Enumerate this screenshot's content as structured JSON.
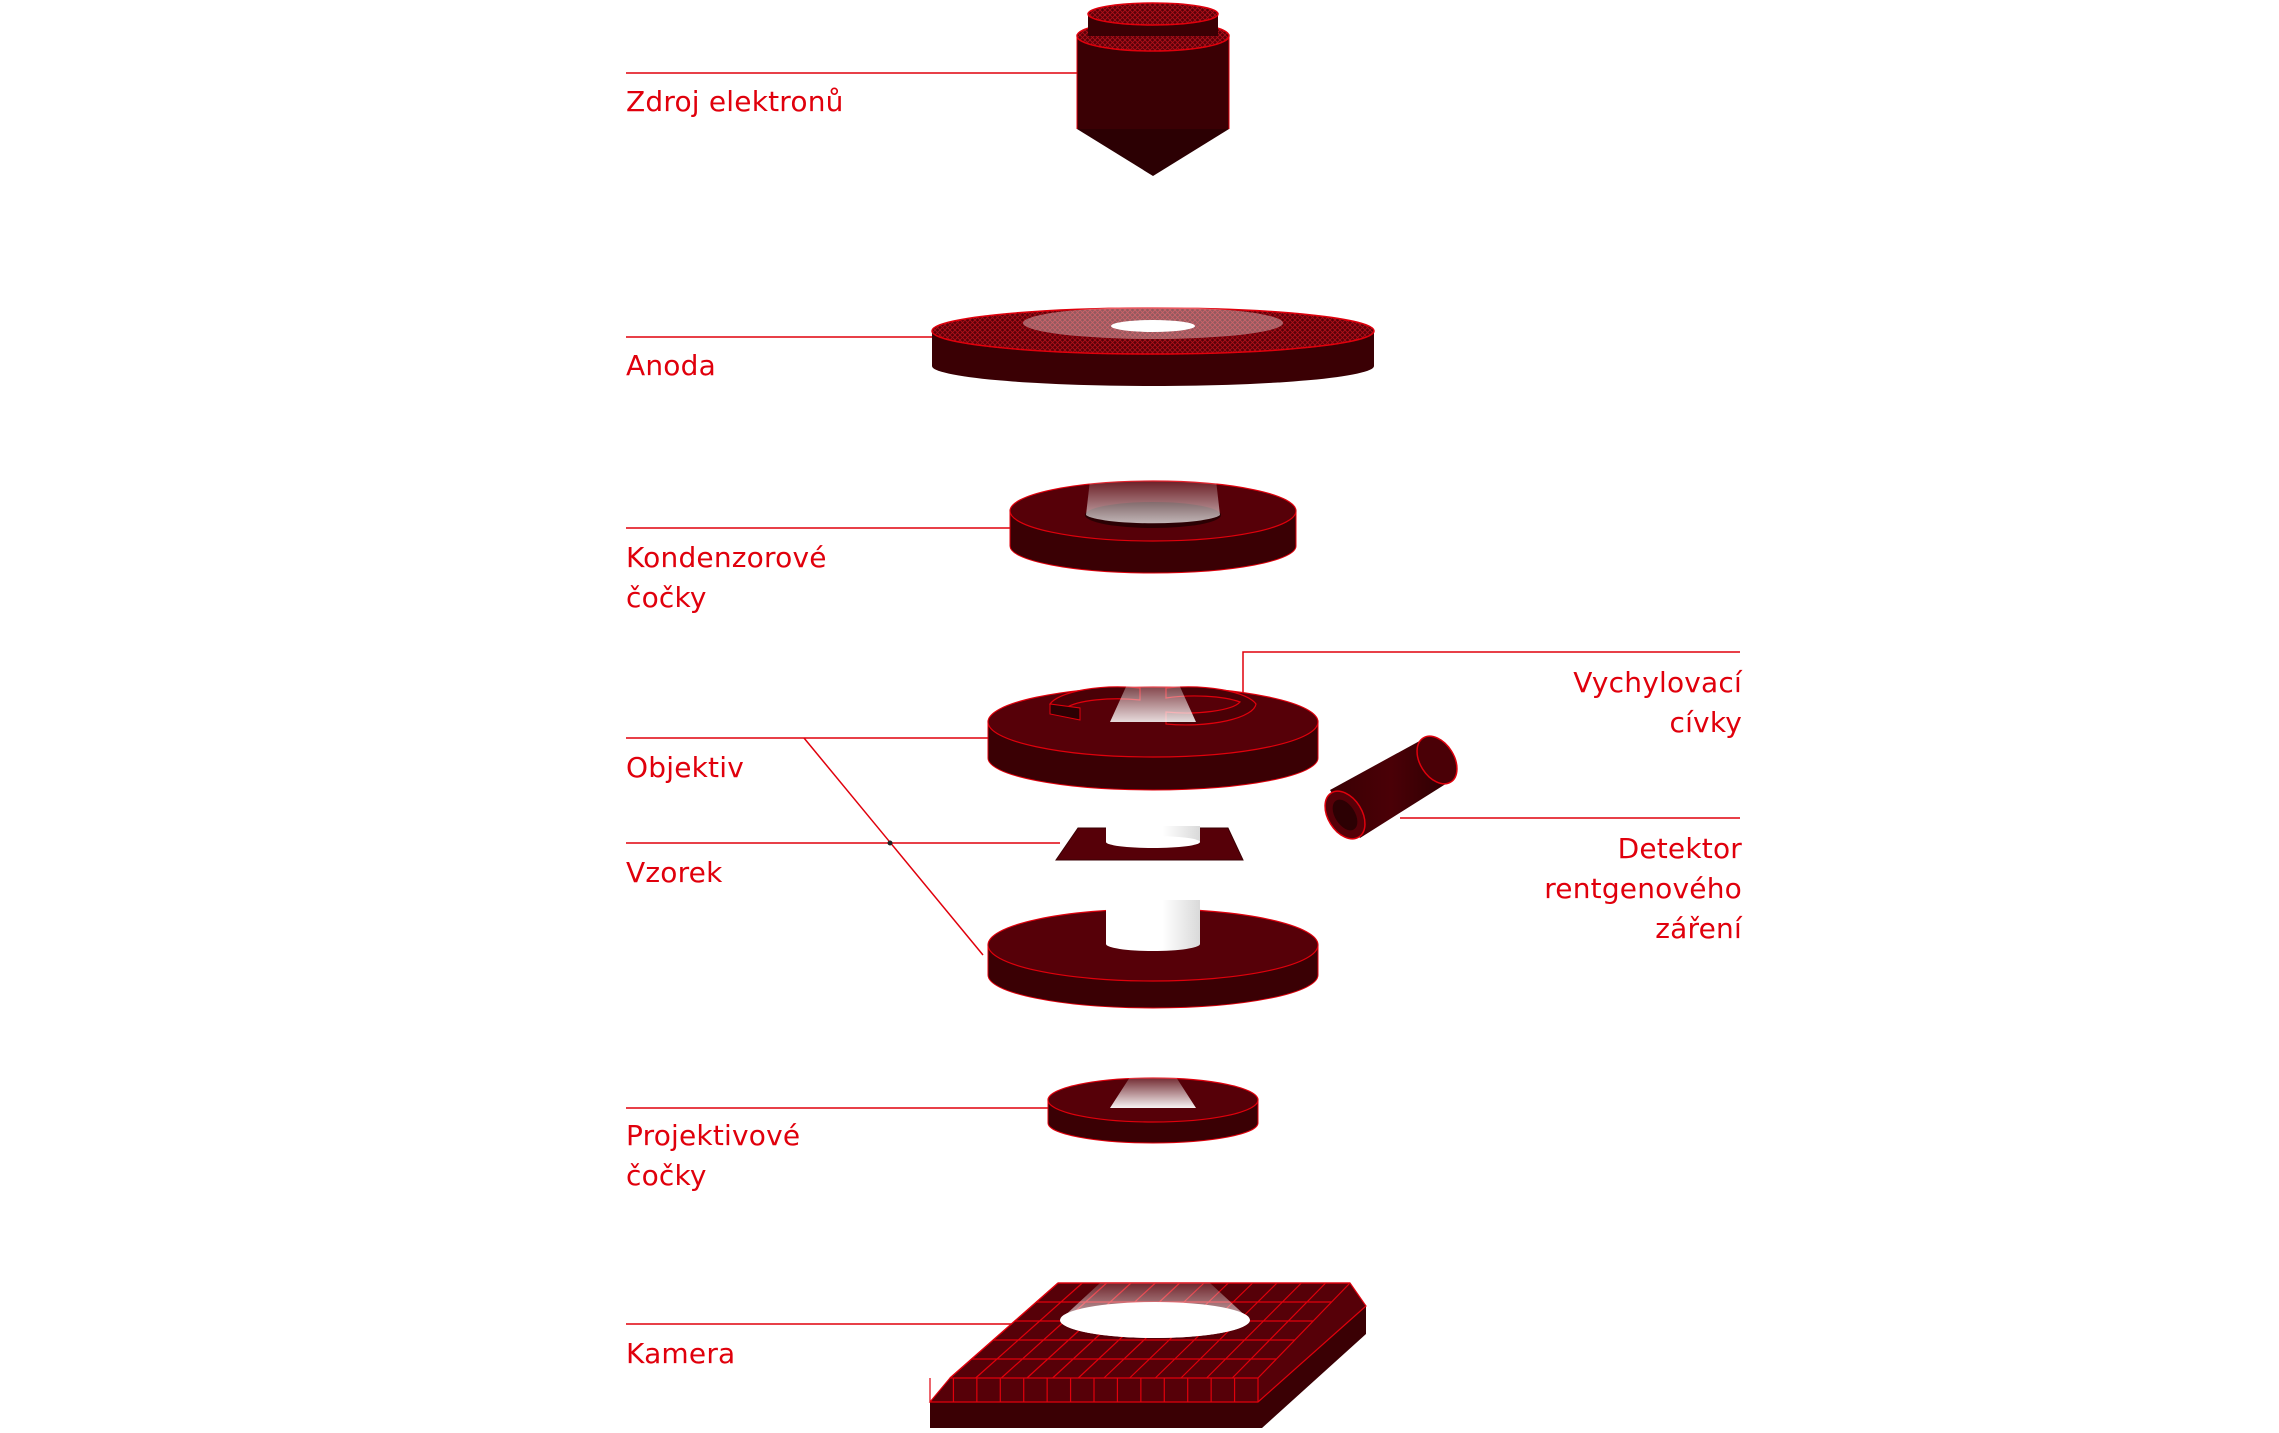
{
  "colors": {
    "accent": "#e0000c",
    "body_dark": "#3a0004",
    "body_mid": "#560008",
    "beam": "#ffffff"
  },
  "labels": {
    "electron_source": [
      "Zdroj elektronů"
    ],
    "anode": [
      "Anoda"
    ],
    "condenser_lenses": [
      "Kondenzorové",
      "čočky"
    ],
    "deflection_coils": [
      "Vychylovací",
      "cívky"
    ],
    "objective": [
      "Objektiv"
    ],
    "sample": [
      "Vzorek"
    ],
    "xray_detector": [
      "Detektor",
      "rentgenového",
      "záření"
    ],
    "projection_lenses": [
      "Projektivové",
      "čočky"
    ],
    "camera": [
      "Kamera"
    ]
  }
}
